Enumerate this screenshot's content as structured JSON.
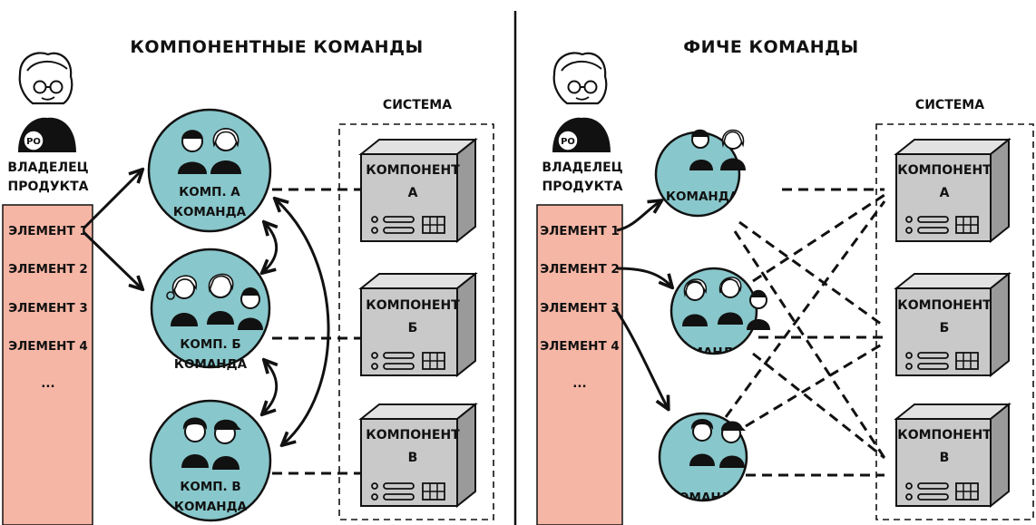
{
  "left": {
    "title": "КОМПОНЕНТНЫЕ КОМАНДЫ",
    "product_owner": {
      "badge": "PO",
      "label_line1": "ВЛАДЕЛЕЦ",
      "label_line2": "ПРОДУКТА"
    },
    "backlog": [
      "ЭЛЕМЕНТ 1",
      "ЭЛЕМЕНТ 2",
      "ЭЛЕМЕНТ 3",
      "ЭЛЕМЕНТ 4",
      "..."
    ],
    "teams": [
      {
        "line1": "КОМП. А",
        "line2": "КОМАНДА"
      },
      {
        "line1": "КОМП. Б",
        "line2": "КОМАНДА"
      },
      {
        "line1": "КОМП. В",
        "line2": "КОМАНДА"
      }
    ],
    "system_label": "СИСТЕМА",
    "components": [
      {
        "line1": "КОМПОНЕНТ",
        "line2": "А"
      },
      {
        "line1": "КОМПОНЕНТ",
        "line2": "Б"
      },
      {
        "line1": "КОМПОНЕНТ",
        "line2": "В"
      }
    ]
  },
  "right": {
    "title": "ФИЧЕ КОМАНДЫ",
    "product_owner": {
      "badge": "PO",
      "label_line1": "ВЛАДЕЛЕЦ",
      "label_line2": "ПРОДУКТА"
    },
    "backlog": [
      "ЭЛЕМЕНТ 1",
      "ЭЛЕМЕНТ 2",
      "ЭЛЕМЕНТ 3",
      "ЭЛЕМЕНТ 4",
      "..."
    ],
    "teams": [
      {
        "line1": "КОМАНДА WEB"
      },
      {
        "line1": "КОМАНДА SHIP"
      },
      {
        "line1": "КОМАНДА WISH"
      }
    ],
    "system_label": "СИСТЕМА",
    "components": [
      {
        "line1": "КОМПОНЕНТ",
        "line2": "А"
      },
      {
        "line1": "КОМПОНЕНТ",
        "line2": "Б"
      },
      {
        "line1": "КОМПОНЕНТ",
        "line2": "В"
      }
    ]
  },
  "colors": {
    "team_fill": "#88c7cb",
    "backlog_fill": "#f6b6a5",
    "server_fill": "#c9c9c9",
    "ink": "#111111"
  }
}
